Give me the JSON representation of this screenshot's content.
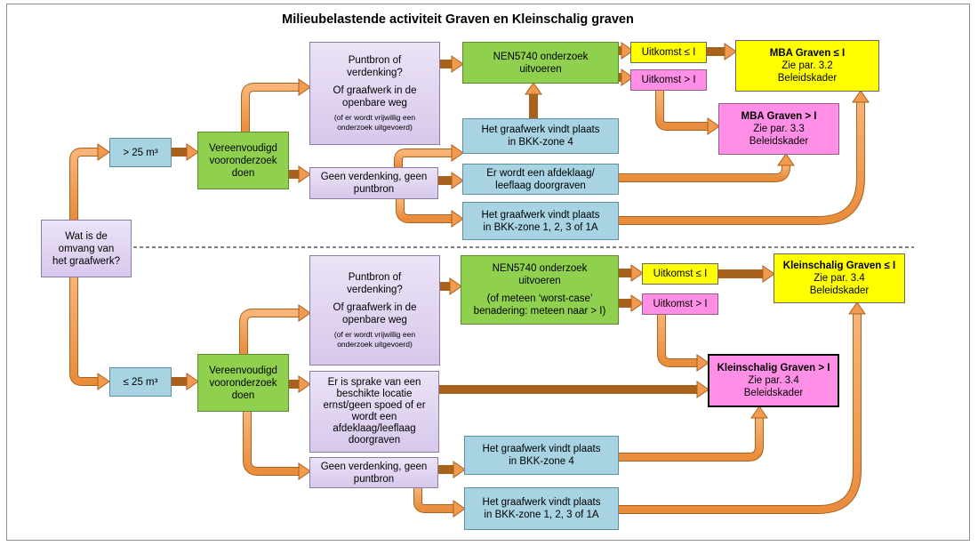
{
  "title": "Milieubelastende activiteit Graven en Kleinschalig graven",
  "start": {
    "line1": "Wat is de",
    "line2": "omvang van",
    "line3": "het graafwerk?"
  },
  "top": {
    "size": "> 25 m³",
    "pre_study": {
      "line1": "Vereenvoudigd",
      "line2": "vooronderzoek",
      "line3": "doen"
    },
    "suspect": {
      "line1": "Puntbron of",
      "line2": "verdenking?",
      "line3": "Of graafwerk in de",
      "line4": "openbare weg",
      "note1": "(of er wordt vrijwillig een",
      "note2": "onderzoek uitgevoerd)"
    },
    "nen": {
      "line1": "NEN5740 onderzoek",
      "line2": "uitvoeren"
    },
    "result_le": "Uitkomst ≤ I",
    "result_gt": "Uitkomst > I",
    "mba_le": {
      "title": "MBA Graven ≤ I",
      "line1": "Zie par. 3.2",
      "line2": "Beleidskader"
    },
    "mba_gt": {
      "title": "MBA Graven > I",
      "line1": "Zie par. 3.3",
      "line2": "Beleidskader"
    },
    "no_suspect": {
      "line1": "Geen verdenking, geen",
      "line2": "puntbron"
    },
    "zone4": {
      "line1": "Het graafwerk vindt plaats",
      "line2": "in BKK-zone 4"
    },
    "cover": {
      "line1": "Er wordt een afdeklaag/",
      "line2": "leeflaag doorgraven"
    },
    "zone123": {
      "line1": "Het graafwerk vindt plaats",
      "line2": "in BKK-zone 1, 2, 3 of 1A"
    }
  },
  "bottom": {
    "size": "≤ 25 m³",
    "pre_study": {
      "line1": "Vereenvoudigd",
      "line2": "vooronderzoek",
      "line3": "doen"
    },
    "suspect": {
      "line1": "Puntbron of",
      "line2": "verdenking?",
      "line3": "Of graafwerk in de",
      "line4": "openbare weg",
      "note1": "(of er wordt vrijwillig een",
      "note2": "onderzoek uitgevoerd)"
    },
    "nen": {
      "line1": "NEN5740 onderzoek",
      "line2": "uitvoeren",
      "line3": "(of meteen ‘worst-case’",
      "line4": "benadering: meteen naar > I)"
    },
    "result_le": "Uitkomst ≤ I",
    "result_gt": "Uitkomst > I",
    "ks_le": {
      "title": "Kleinschalig Graven ≤ I",
      "line1": "Zie par. 3.4",
      "line2": "Beleidskader"
    },
    "ks_gt": {
      "title": "Kleinschalig Graven > I",
      "line1": "Zie par. 3.4",
      "line2": "Beleidskader"
    },
    "spoed": {
      "line1": "Er is sprake van een",
      "line2": "beschikte locatie",
      "line3": "ernst/geen spoed of er",
      "line4": "wordt een",
      "line5": "afdeklaag/leeflaag",
      "line6": "doorgraven"
    },
    "no_suspect": {
      "line1": "Geen verdenking, geen",
      "line2": "puntbron"
    },
    "zone4": {
      "line1": "Het graafwerk vindt plaats",
      "line2": "in BKK-zone 4"
    },
    "zone123": {
      "line1": "Het graafwerk vindt plaats",
      "line2": "in BKK-zone 1, 2, 3 of 1A"
    }
  },
  "colors": {
    "arrow_fill": "#f5a15a",
    "arrow_stroke": "#a8621c",
    "box_green": "#8fd14f",
    "box_blue": "#a7d3e2",
    "box_yellow": "#ffff00",
    "box_pink": "#ff8ee6",
    "box_lavender": "#e1d5f0"
  }
}
